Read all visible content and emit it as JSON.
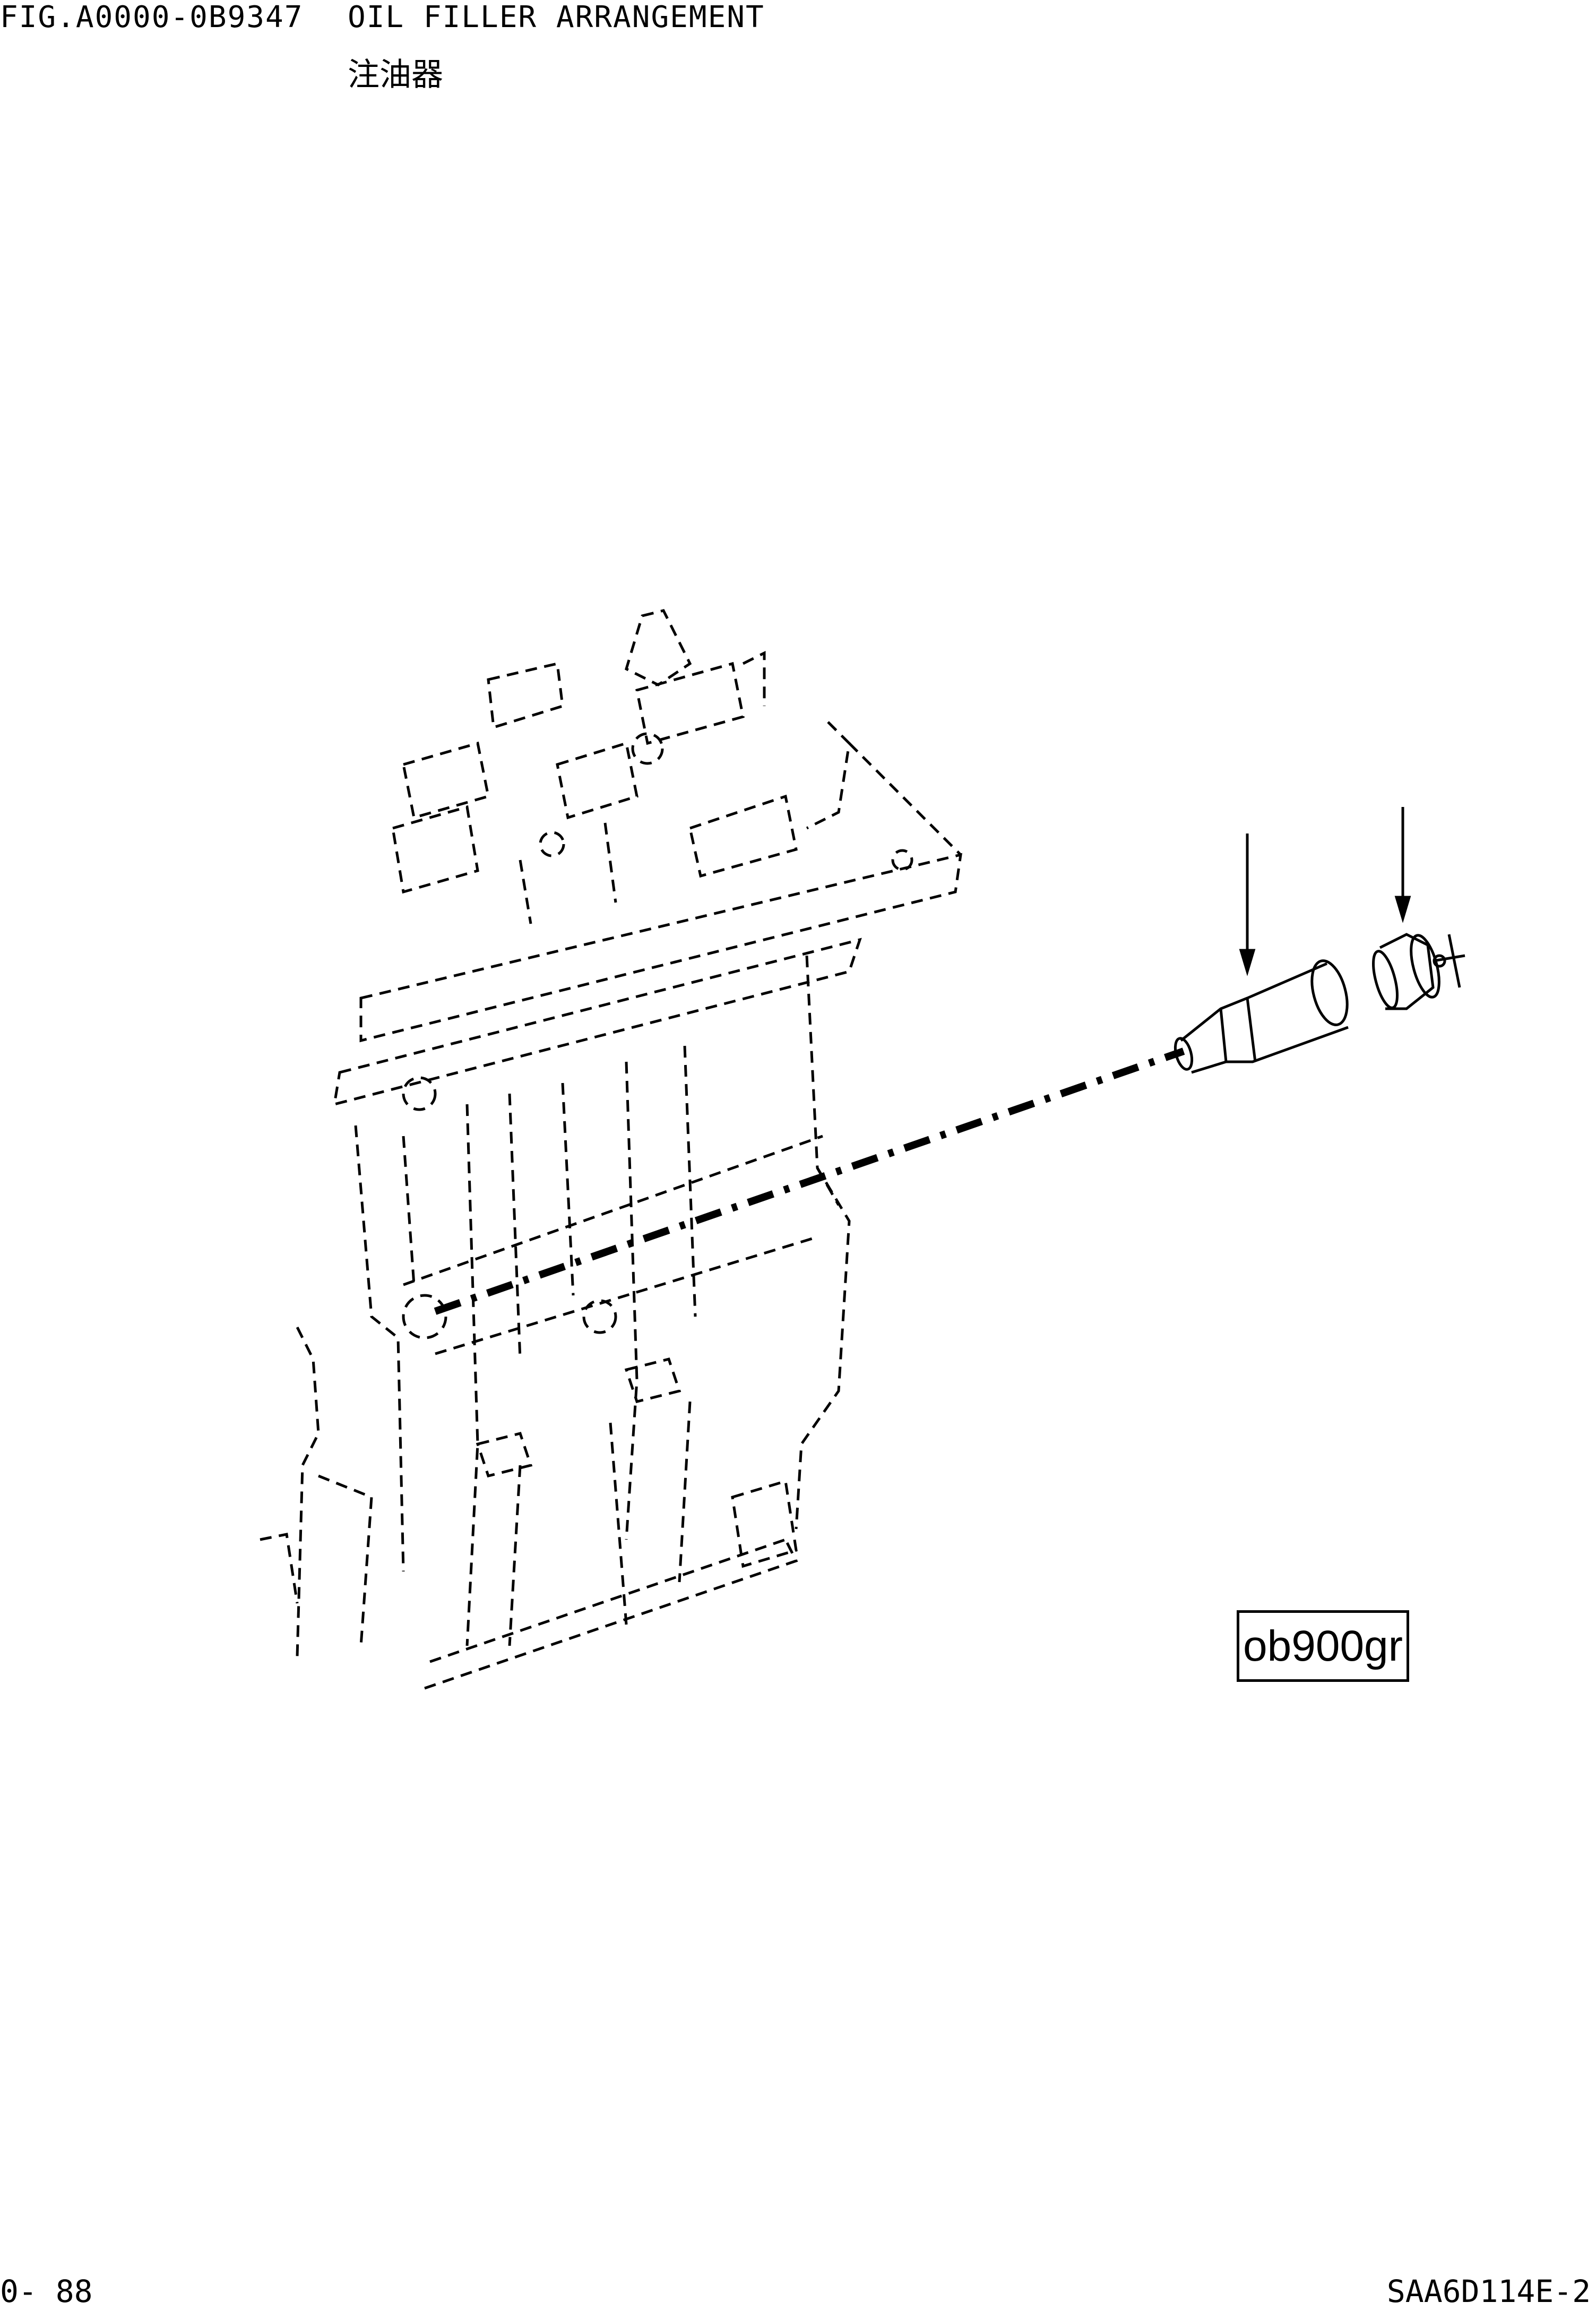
{
  "header": {
    "figure_id": "FIG.A0000-0B9347",
    "title_en": "OIL FILLER ARRANGEMENT",
    "title_jp": "注油器"
  },
  "drawing": {
    "code_label": "ob900gr",
    "colors": {
      "line": "#000000",
      "background": "#ffffff"
    }
  },
  "footer": {
    "page": "0- 88",
    "model": "SAA6D114E-2"
  }
}
